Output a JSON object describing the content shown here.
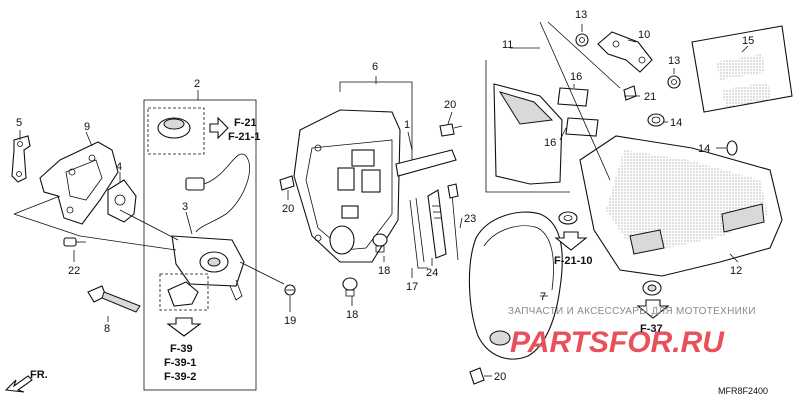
{
  "callouts": {
    "n1": "1",
    "n2": "2",
    "n3": "3",
    "n4": "4",
    "n5": "5",
    "n6": "6",
    "n7": "7",
    "n8": "8",
    "n9": "9",
    "n10": "10",
    "n11": "11",
    "n12": "12",
    "n13a": "13",
    "n13b": "13",
    "n14a": "14",
    "n14b": "14",
    "n15": "15",
    "n16a": "16",
    "n16b": "16",
    "n17": "17",
    "n18a": "18",
    "n18b": "18",
    "n19": "19",
    "n20a": "20",
    "n20b": "20",
    "n20c": "20",
    "n21": "21",
    "n22": "22",
    "n23": "23",
    "n24": "24"
  },
  "references": {
    "f21": "F-21",
    "f21_1": "F-21-1",
    "f39": "F-39",
    "f39_1": "F-39-1",
    "f39_2": "F-39-2",
    "f21_10": "F-21-10",
    "f37": "F-37"
  },
  "direction_label": "FR.",
  "diagram_code": "MFR8F2400",
  "watermark": {
    "text": "ЗАПЧАСТИ И АКСЕССУАРЫ ДЛЯ МОТОТЕХНИКИ",
    "logo": "PARTSFOR.RU"
  },
  "colors": {
    "line": "#111111",
    "watermark_logo": "#e8505b",
    "watermark_text": "#8a8a8a"
  }
}
